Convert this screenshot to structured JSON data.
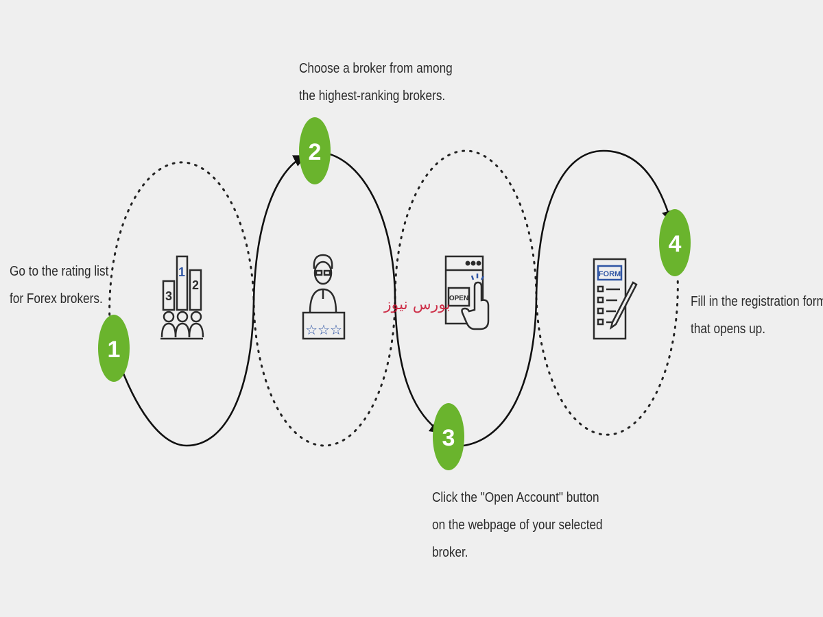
{
  "steps": [
    {
      "number": "1",
      "text": [
        "Go to the rating list",
        "for Forex brokers."
      ],
      "icon": "podium-icon"
    },
    {
      "number": "2",
      "text": [
        "Choose a broker from among",
        "the highest-ranking brokers."
      ],
      "icon": "broker-rating-icon"
    },
    {
      "number": "3",
      "text": [
        "Click the \"Open Account\" button",
        "on the webpage of your selected",
        "broker."
      ],
      "icon": "open-button-click-icon"
    },
    {
      "number": "4",
      "text": [
        "Fill in the registration form",
        "that opens up."
      ],
      "icon": "form-icon"
    }
  ],
  "icon_text": {
    "podium_ranks": [
      "1",
      "2",
      "3"
    ],
    "open_label": "OPEN",
    "form_label": "FORM"
  },
  "watermark": "بورس نیوز",
  "colors": {
    "badge": "#6ab42d",
    "badge_text": "#ffffff",
    "path": "#111111",
    "icon_stroke": "#2b2b2b",
    "icon_accent": "#2f55a4",
    "background": "#efefef"
  }
}
